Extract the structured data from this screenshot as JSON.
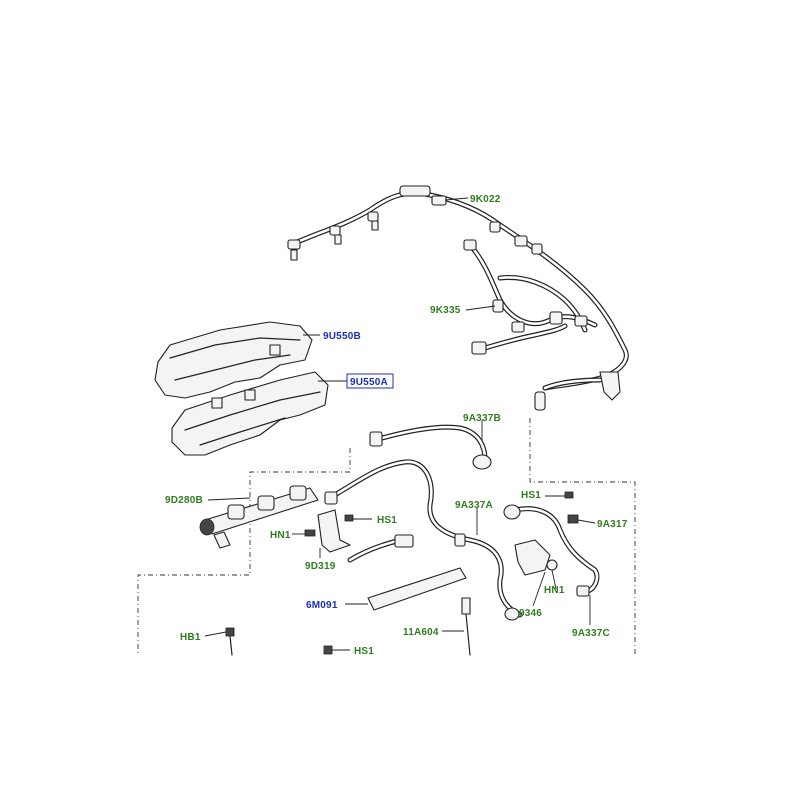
{
  "labels": {
    "9K022": "9K022",
    "9K335": "9K335",
    "9U550B": "9U550B",
    "9U550A": "9U550A",
    "9A337B": "9A337B",
    "9D280B": "9D280B",
    "HS1_a": "HS1",
    "HS1_b": "HS1",
    "HS1_c": "HS1",
    "HN1_a": "HN1",
    "HN1_b": "HN1",
    "9D319": "9D319",
    "9A337A": "9A337A",
    "9A317": "9A317",
    "6M091": "6M091",
    "9346": "9346",
    "9A337C": "9A337C",
    "HB1": "HB1",
    "11A604": "11A604"
  },
  "colors": {
    "label_green": "#2f7d1f",
    "label_blue": "#1d2fb4",
    "line": "#222222"
  }
}
